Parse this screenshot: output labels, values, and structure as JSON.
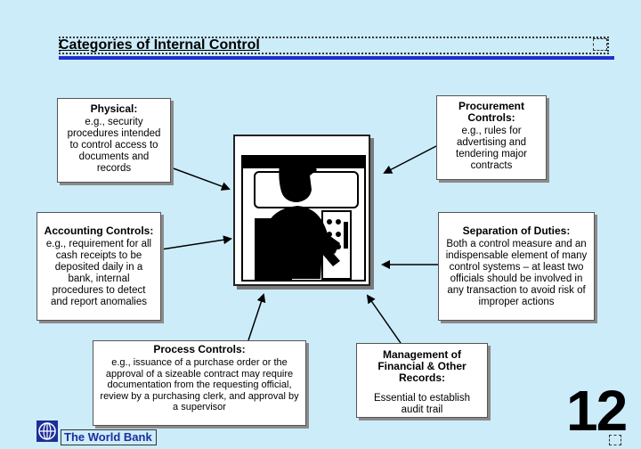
{
  "slide": {
    "title": "Categories of Internal Control",
    "page_number": "12",
    "footer_label": "The World Bank"
  },
  "boxes": {
    "physical": {
      "title": "Physical:",
      "body": "e.g., security procedures intended to control access to documents and records"
    },
    "procurement": {
      "title": "Procurement Controls:",
      "body": "e.g., rules for advertising and tendering major contracts"
    },
    "accounting": {
      "title": "Accounting Controls:",
      "body": "e.g., requirement for all cash receipts to be deposited daily in a bank, internal procedures to detect and report anomalies"
    },
    "separation": {
      "title": "Separation of Duties:",
      "body": "Both a control measure and an indispensable element of many control systems – at least two officials should be involved in any transaction to avoid risk of improper actions"
    },
    "process": {
      "title": "Process Controls:",
      "body": "e.g., issuance of a purchase order or the approval of a sizeable contract may require documentation from the requesting official, review by a purchasing clerk, and approval by a supervisor"
    },
    "management": {
      "title": "Management of Financial & Other Records:",
      "body": "Essential to establish audit trail"
    }
  },
  "colors": {
    "background": "#ccecfa",
    "title_rule": "#1e2fd1",
    "footer_text": "#1c2e9a"
  },
  "icons": {
    "center_image": "clerk-at-control-panel",
    "logo": "world-bank-globe-icon"
  }
}
